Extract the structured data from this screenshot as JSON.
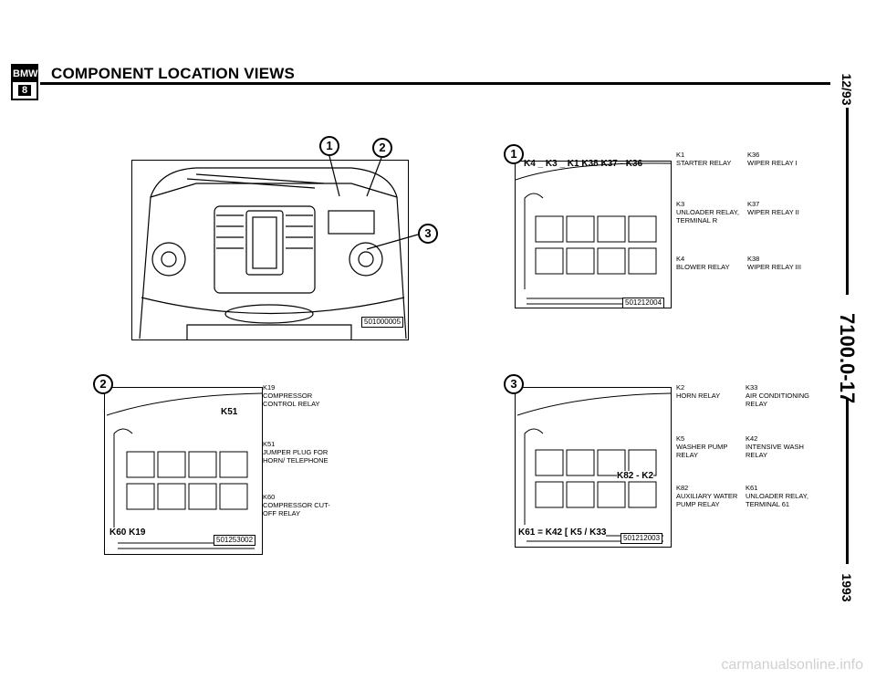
{
  "header": {
    "logo_top": "BMW",
    "logo_bottom": "8",
    "title": "COMPONENT LOCATION VIEWS"
  },
  "side": {
    "date": "12/93",
    "page": "7100.0-17",
    "year": "1993"
  },
  "fig_engine": {
    "code": "501000005",
    "callouts": [
      "1",
      "2",
      "3"
    ]
  },
  "fig1": {
    "callout": "1",
    "code": "501212004",
    "top_labels": "K4 _ K3 _ K1   K38  K37 - K36",
    "legend": [
      {
        "id": "K1",
        "text": "STARTER RELAY"
      },
      {
        "id": "K36",
        "text": "WIPER RELAY I"
      },
      {
        "id": "K3",
        "text": "UNLOADER RELAY, TERMINAL R"
      },
      {
        "id": "K37",
        "text": "WIPER RELAY II"
      },
      {
        "id": "K4",
        "text": "BLOWER RELAY"
      },
      {
        "id": "K38",
        "text": "WIPER RELAY III"
      }
    ]
  },
  "fig2": {
    "callout": "2",
    "code": "501253002",
    "label_k51": "K51",
    "bottom_labels": "K60         K19",
    "legend": [
      {
        "id": "K19",
        "text": "COMPRESSOR CONTROL RELAY"
      },
      {
        "id": "K51",
        "text": "JUMPER PLUG FOR HORN/ TELEPHONE"
      },
      {
        "id": "K60",
        "text": "COMPRESSOR CUT-OFF RELAY"
      }
    ]
  },
  "fig3": {
    "callout": "3",
    "code": "501212003",
    "label_mid": "K82 - K2",
    "bottom_labels": "K61 = K42 [ K5  / K33",
    "legend": [
      {
        "id": "K2",
        "text": "HORN RELAY"
      },
      {
        "id": "K33",
        "text": "AIR CONDITIONING RELAY"
      },
      {
        "id": "K5",
        "text": "WASHER PUMP RELAY"
      },
      {
        "id": "K42",
        "text": "INTENSIVE WASH RELAY"
      },
      {
        "id": "K82",
        "text": "AUXILIARY WATER PUMP RELAY"
      },
      {
        "id": "K61",
        "text": "UNLOADER RELAY, TERMINAL 61"
      }
    ]
  },
  "footer": {
    "watermark": "carmanualsonline.info"
  }
}
